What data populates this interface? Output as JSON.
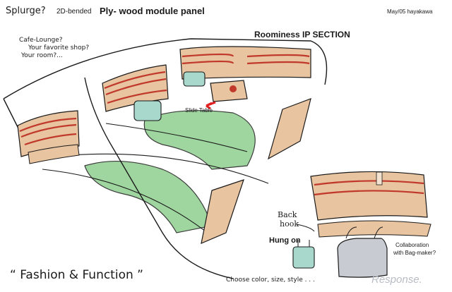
{
  "header": {
    "title_script": "Splurge?",
    "title_main_prefix": "2D-bended",
    "title_main_bold": "Ply- wood module panel",
    "date_author": "May/05 hayakawa"
  },
  "notes": {
    "line1": "Cafe-Lounge?",
    "line2": "Your favorite shop?",
    "line3": "Your room?...",
    "section_heading": "Roominess IP SECTION",
    "slide_table": "Slide Table",
    "back_hook_line1": "Back",
    "back_hook_line2": "hook",
    "hung_on": "Hung on",
    "collab_line1": "Collaboration",
    "collab_line2": "with Bag-maker?",
    "slogan": "“ Fashion & Function ”",
    "choose": "Choose color, size, style . . .",
    "watermark": "Response."
  },
  "colors": {
    "wood": "#e8c4a0",
    "wood_stripe": "#c0392b",
    "carpet_green": "#8fcf8f",
    "bag_gray": "#c8ccd2",
    "bag_teal": "#a8d8cc",
    "line": "#1a1a1a",
    "arrow_red": "#e02020"
  }
}
